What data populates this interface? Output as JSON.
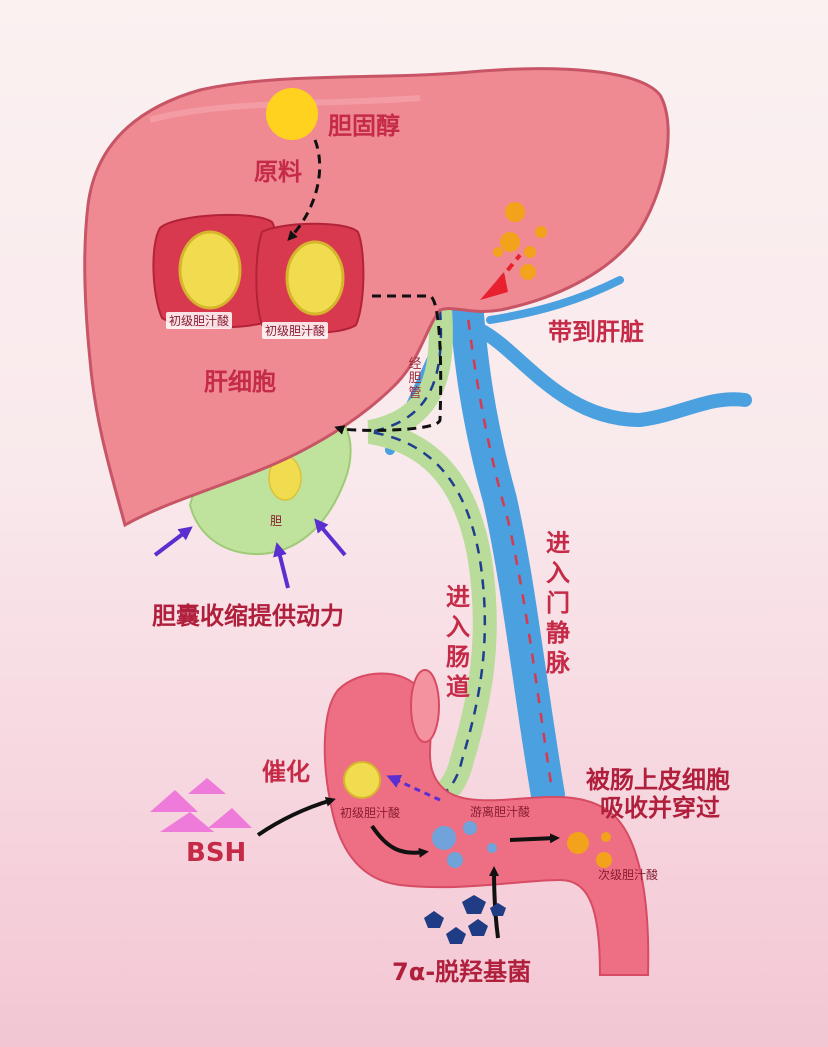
{
  "labels": {
    "cholesterol": "胆固醇",
    "raw_material": "原料",
    "primary_bile_acid_1": "初级胆汁酸",
    "primary_bile_acid_2": "初级胆汁酸",
    "hepatocyte": "肝细胞",
    "bile_duct": "经胆管",
    "gallbladder_mark": "胆",
    "gallbladder_power": "胆囊收缩提供动力",
    "back_to_liver": "带到肝脏",
    "into_intestine": "进入肠道",
    "into_portal_vein": "进入门静脉",
    "catalysis": "催化",
    "bsh": "BSH",
    "primary_bile_acid_intestine": "初级胆汁酸",
    "deconjugated_bile_acid": "游离胆汁酸",
    "secondary_bile_acid": "次级胆汁酸",
    "absorbed_line1": "被肠上皮细胞",
    "absorbed_line2": "吸收并穿过",
    "bacteria": "7α-脱羟基菌"
  },
  "colors": {
    "liver": "#ef8a92",
    "liver_outline": "#c85566",
    "hepatocyte_cell": "#d8394e",
    "bile_acid_yellow": "#f0dc4e",
    "cholesterol_sun": "#ffd21f",
    "bile_duct_green": "#b9dc9a",
    "portal_vein_blue": "#4ba0e0",
    "intestine": "#ee6f83",
    "label_red": "#c52a47",
    "arrow_purple": "#5a2ecf",
    "bsh_pink": "#ee7ad9",
    "bacteria_navy": "#1f3c85",
    "secondary_orange": "#f3a21b"
  }
}
